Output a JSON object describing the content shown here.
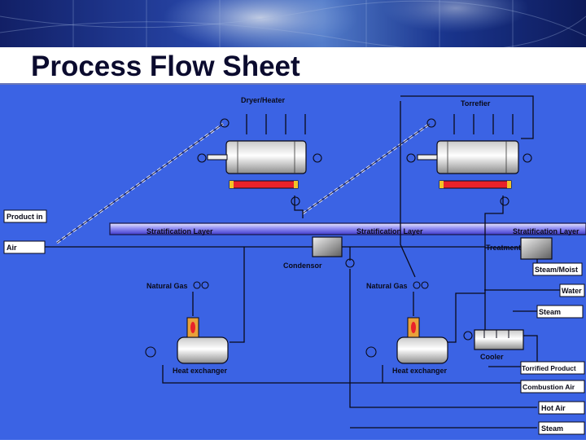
{
  "page": {
    "title": "Process Flow Sheet"
  },
  "diagram": {
    "equipment": {
      "dryer": "Dryer/Heater",
      "torrefier": "Torrefier",
      "condensor": "Condensor",
      "treatment": "Treatment",
      "heat_exchanger_1": "Heat exchanger",
      "heat_exchanger_2": "Heat exchanger",
      "cooler": "Cooler"
    },
    "layers": {
      "layer_1": "Stratification Layer",
      "layer_2": "Stratification Layer",
      "layer_3": "Stratification Layer"
    },
    "streams": {
      "product_in": "Product in",
      "air": "Air",
      "natural_gas_1": "Natural Gas",
      "natural_gas_2": "Natural Gas",
      "steam_moist": "Steam/Moist",
      "water": "Water",
      "steam_in": "Steam",
      "torrified_product": "Torrified Product",
      "combustion_air": "Combustion Air",
      "hot_air": "Hot Air",
      "steam_out": "Steam"
    },
    "colors": {
      "background": "#3b63e4",
      "line": "#0a0a18",
      "label_box": "#ffffff",
      "burner": "#e8222a",
      "flame": "#f0c428",
      "vessel_light": "#f2f2f2",
      "vessel_dark": "#8d8d8d"
    }
  }
}
